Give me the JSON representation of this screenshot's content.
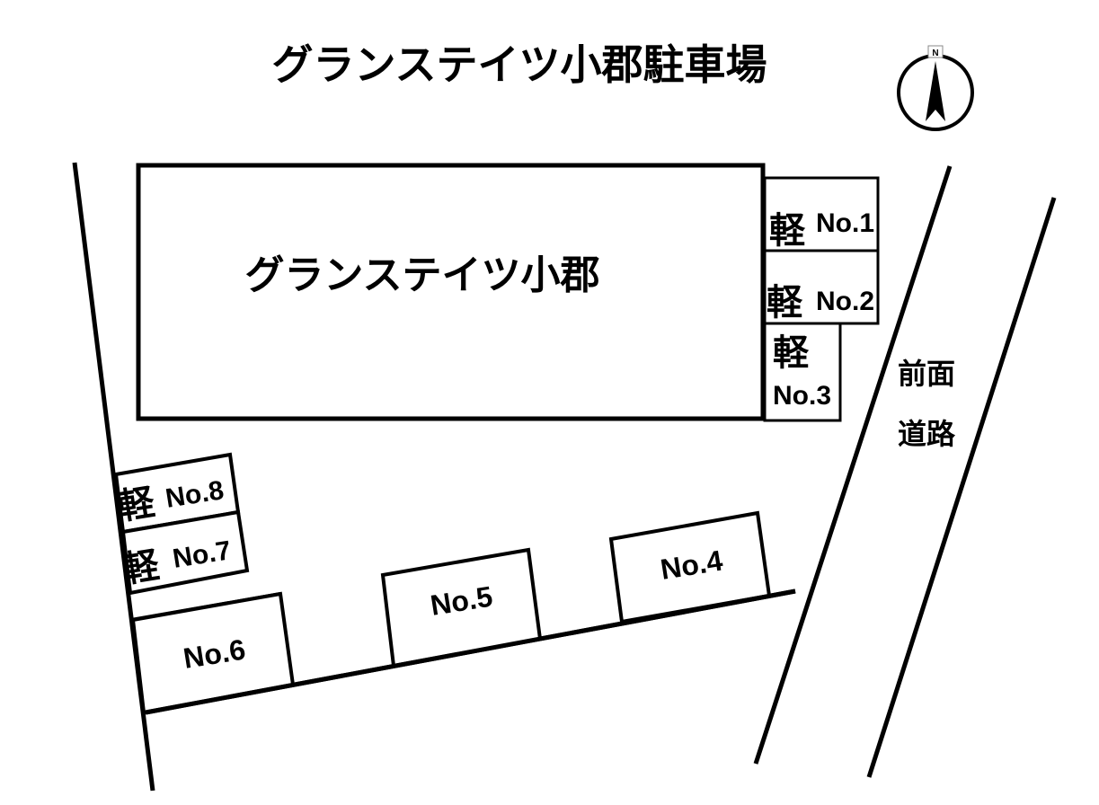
{
  "title": "グランステイツ小郡駐車場",
  "building": {
    "label": "グランステイツ小郡"
  },
  "compass": {
    "label": "N"
  },
  "road": {
    "label_line1": "前面",
    "label_line2": "道路"
  },
  "spaces": [
    {
      "id": "1",
      "kei": "軽",
      "label": "No.1",
      "type": "kei"
    },
    {
      "id": "2",
      "kei": "軽",
      "label": "No.2",
      "type": "kei"
    },
    {
      "id": "3",
      "kei": "軽",
      "label": "No.3",
      "type": "kei"
    },
    {
      "id": "4",
      "kei": "",
      "label": "No.4",
      "type": "regular"
    },
    {
      "id": "5",
      "kei": "",
      "label": "No.5",
      "type": "regular"
    },
    {
      "id": "6",
      "kei": "",
      "label": "No.6",
      "type": "regular"
    },
    {
      "id": "7",
      "kei": "軽",
      "label": "No.7",
      "type": "kei"
    },
    {
      "id": "8",
      "kei": "軽",
      "label": "No.8",
      "type": "kei"
    }
  ],
  "colors": {
    "line": "#000000",
    "background": "#ffffff"
  }
}
